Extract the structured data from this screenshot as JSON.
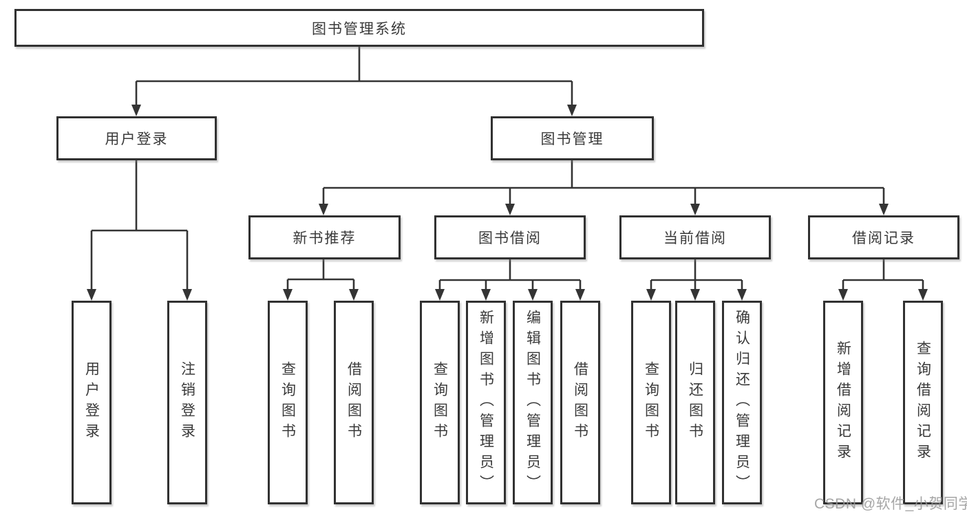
{
  "tree": {
    "label": "图书管理系统",
    "children": [
      {
        "label": "用户登录",
        "children": [
          {
            "label": "用户登录"
          },
          {
            "label": "注销登录"
          }
        ]
      },
      {
        "label": "图书管理",
        "children": [
          {
            "label": "新书推荐",
            "children": [
              {
                "label": "查询图书"
              },
              {
                "label": "借阅图书"
              }
            ]
          },
          {
            "label": "图书借阅",
            "children": [
              {
                "label": "查询图书"
              },
              {
                "label": "新增图书（管理员）"
              },
              {
                "label": "编辑图书（管理员）"
              },
              {
                "label": "借阅图书"
              }
            ]
          },
          {
            "label": "当前借阅",
            "children": [
              {
                "label": "查询图书"
              },
              {
                "label": "归还图书"
              },
              {
                "label": "确认归还（管理员）"
              }
            ]
          },
          {
            "label": "借阅记录",
            "children": [
              {
                "label": "新增借阅记录"
              },
              {
                "label": "查询借阅记录"
              }
            ]
          }
        ]
      }
    ]
  },
  "watermark": {
    "text": "CSDN @软件_小贺同学"
  },
  "colors": {
    "line": "#343434",
    "box_border": "#313131",
    "text": "#3a3a3a",
    "watermark": "#969696",
    "background": "#ffffff"
  }
}
